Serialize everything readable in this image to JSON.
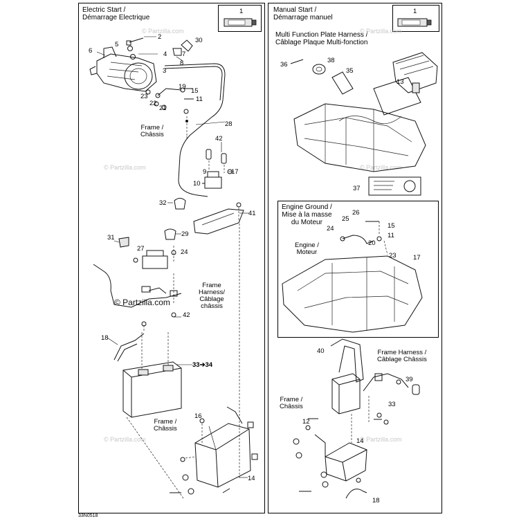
{
  "panels": {
    "electric": {
      "title": "Electric Start /\nDémarrage Electrique"
    },
    "manual": {
      "title": "Manual Start /\nDémarrage manuel",
      "harness_title": "Multi Function Plate Harness /\nCâblage Plaque Multi-fonction"
    },
    "engine_ground": {
      "title": "Engine Ground /\nMise à la masse\ndu Moteur",
      "engine_label": "Engine /\nMoteur"
    }
  },
  "notes": {
    "frame_chassis": "Frame /\nChâssis",
    "frame_harness_left": "Frame\nHarness/\nCâblage\nchâssis",
    "frame_harness_right": "Frame Harness /\nCâblage Châssis",
    "arrow_33_34": "33➔34"
  },
  "watermarks": {
    "small": "© Partzilla.com",
    "main": "© Partzilla.com"
  },
  "diagram_code": "33N0518",
  "callouts_left": [
    "1",
    "2",
    "3",
    "4",
    "5",
    "6",
    "7",
    "8",
    "9",
    "10",
    "11",
    "14",
    "15",
    "16",
    "17",
    "18",
    "19",
    "21",
    "22",
    "23",
    "24",
    "27",
    "28",
    "29",
    "30",
    "31",
    "32",
    "33",
    "34",
    "41",
    "42"
  ],
  "callouts_right": [
    "1",
    "11",
    "12",
    "13",
    "14",
    "15",
    "17",
    "18",
    "20",
    "23",
    "24",
    "25",
    "26",
    "33",
    "35",
    "36",
    "37",
    "38",
    "39",
    "40"
  ]
}
